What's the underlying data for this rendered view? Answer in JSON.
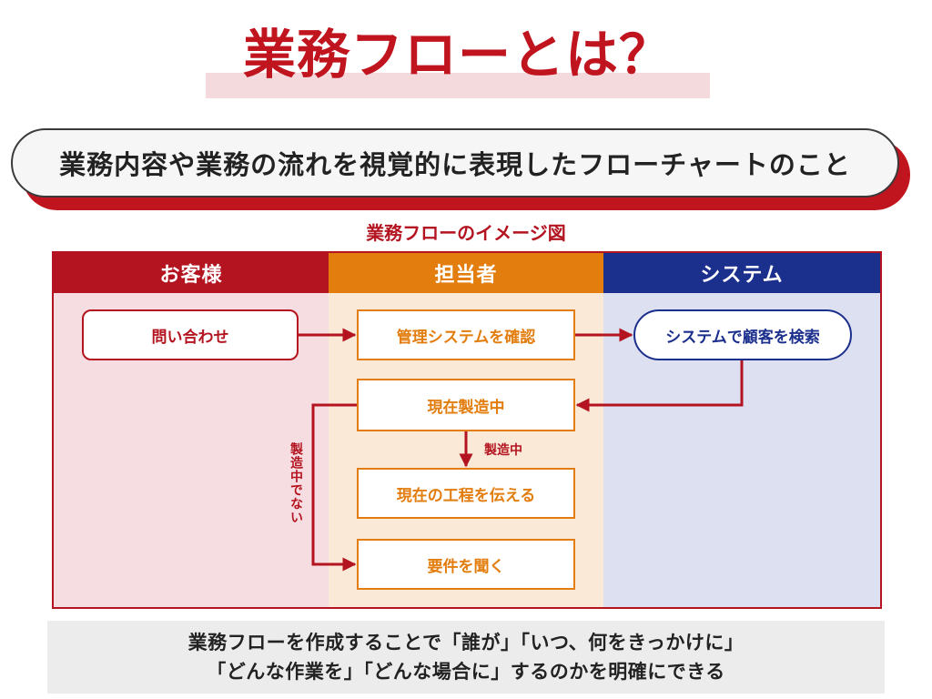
{
  "title": "業務フローとは？",
  "definition": "業務内容や業務の流れを視覚的に表現したフローチャートのこと",
  "diagram": {
    "caption": "業務フローのイメージ図",
    "lanes": {
      "customer": "お客様",
      "staff": "担当者",
      "system": "システム"
    },
    "nodes": {
      "inquiry": "問い合わせ",
      "check_system": "管理システムを確認",
      "search_customer": "システムで顧客を検索",
      "in_production": "現在製造中",
      "tell_process": "現在の工程を伝える",
      "hear_requirements": "要件を聞く"
    },
    "edge_labels": {
      "yes": "製造中",
      "no": "製造中でない"
    },
    "colors": {
      "customer": "#b3141f",
      "staff": "#e27d0e",
      "system": "#1b2f8d",
      "arrow": "#b3141f"
    }
  },
  "footer": {
    "line1": "業務フローを作成することで「誰が」「いつ、何をきっかけに」",
    "line2": "「どんな作業を」「どんな場合に」するのかを明確にできる"
  }
}
